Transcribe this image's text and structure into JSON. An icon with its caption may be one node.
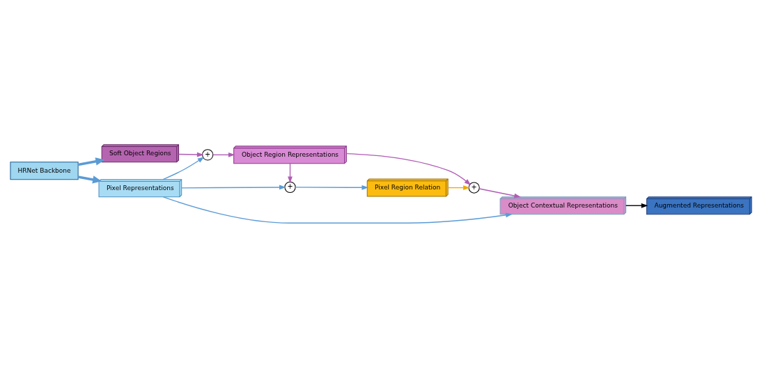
{
  "diagram": {
    "nodes": [
      {
        "text": [
          "HRNet Backbone"
        ]
      },
      {
        "text": [
          "Pixel Representations"
        ]
      },
      {
        "text": [
          "Soft Object Regions"
        ]
      },
      {
        "text": [
          "+"
        ]
      },
      {
        "text": [
          "Object Region Representations"
        ]
      },
      {
        "text": [
          "+"
        ]
      },
      {
        "text": [
          "Pixel Region Relation"
        ]
      },
      {
        "text": [
          "+"
        ]
      },
      {
        "text": [
          "Object Contextual Representations"
        ]
      },
      {
        "text": [
          "Augmented Representations"
        ]
      }
    ],
    "edges": [
      {
        "from": 0,
        "to": 1,
        "arrow": "to",
        "style": "thick",
        "color": "#5b9bd5"
      },
      {
        "from": 0,
        "to": 2,
        "arrow": "to",
        "style": "thick",
        "color": "#5b9bd5"
      },
      {
        "from": 1,
        "to": 5,
        "arrow": "to",
        "color": "#5b9bd5"
      },
      {
        "from": 1,
        "to": 3,
        "arrow": "to",
        "color": "#5b9bd5"
      },
      {
        "from": 1,
        "to": 8,
        "arrow": "to",
        "color": "#5b9bd5"
      },
      {
        "from": 2,
        "to": 3,
        "arrow": "to",
        "color": "#b05cb5"
      },
      {
        "from": 3,
        "to": 4,
        "arrow": "to",
        "color": "#b05cb5"
      },
      {
        "from": 4,
        "to": 5,
        "arrow": "to",
        "color": "#b05cb5"
      },
      {
        "from": 5,
        "to": 6,
        "arrow": "to",
        "color": "#5b9bd5"
      },
      {
        "from": 6,
        "to": 7,
        "arrow": "to",
        "color": "#f0a800"
      },
      {
        "from": 4,
        "to": 7,
        "arrow": "to",
        "color": "#b05cb5"
      },
      {
        "from": 7,
        "to": 8,
        "arrow": "to",
        "color": "#b05cb5"
      },
      {
        "from": 8,
        "to": 9,
        "arrow": "to",
        "color": "#000000"
      }
    ]
  }
}
